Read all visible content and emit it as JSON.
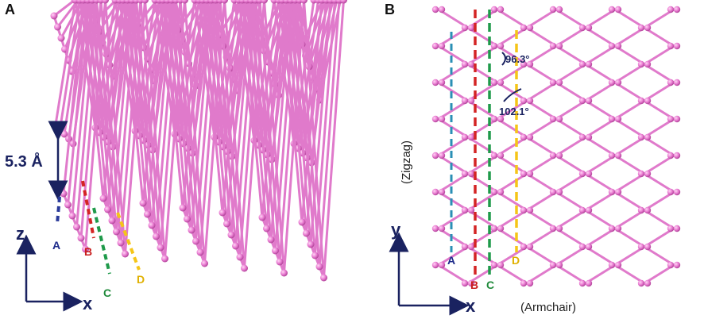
{
  "panel_a": {
    "letter": "A",
    "interlayer_distance": "5.3 Å",
    "axis_vertical": "z",
    "axis_horizontal": "x",
    "cut_labels": [
      "A",
      "B",
      "C",
      "D"
    ]
  },
  "panel_b": {
    "letter": "B",
    "axis_vertical": "y",
    "axis_horizontal": "x",
    "direction_vertical": "(Zigzag)",
    "direction_horizontal": "(Armchair)",
    "angle_1": "96.3°",
    "angle_2": "102.1°",
    "cut_labels": [
      "A",
      "B",
      "C",
      "D"
    ]
  },
  "colors": {
    "atom": "#e87fd0",
    "bond": "#e07acb",
    "axis": "#1a2260",
    "line_a": "#2a8fb5",
    "line_b": "#d42424",
    "line_c": "#1f9a4a",
    "line_d": "#f5c518",
    "label_a": "#1d2a8a",
    "label_b": "#c81e1e",
    "label_c": "#1f8a3a",
    "label_d": "#e0b000"
  }
}
